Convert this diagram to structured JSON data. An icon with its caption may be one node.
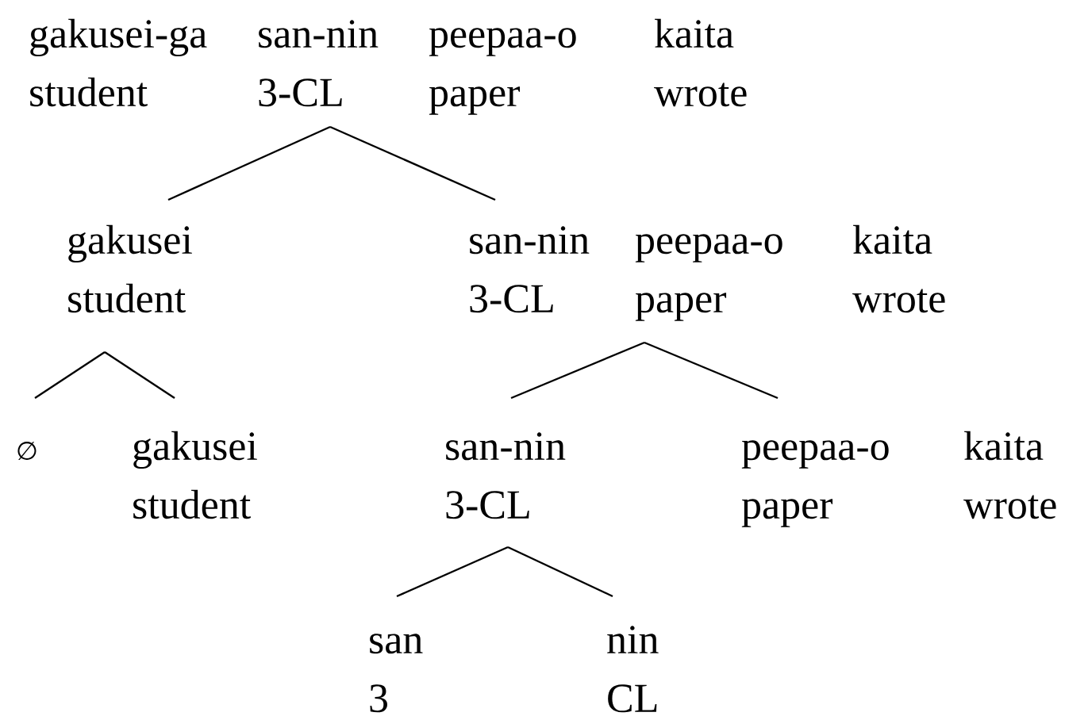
{
  "diagram": {
    "nodes": [
      {
        "text": [
          "gakusei-ga",
          "san-nin",
          "peepaa-o",
          "kaita",
          "student",
          "3-CL",
          "paper",
          "wrote"
        ]
      },
      {
        "text": [
          "gakusei",
          "student"
        ]
      },
      {
        "text": [
          "san-nin",
          "peepaa-o",
          "kaita",
          "3-CL",
          "paper",
          "wrote"
        ]
      },
      {
        "text": [
          "∅"
        ]
      },
      {
        "text": [
          "gakusei",
          "student"
        ]
      },
      {
        "text": [
          "san-nin",
          "3-CL"
        ]
      },
      {
        "text": [
          "peepaa-o",
          "kaita",
          "paper",
          "wrote"
        ]
      },
      {
        "text": [
          "san",
          "3"
        ]
      },
      {
        "text": [
          "nin",
          "CL"
        ]
      }
    ],
    "edges": [
      {
        "from": 0,
        "to": 1,
        "arrow": "none"
      },
      {
        "from": 0,
        "to": 2,
        "arrow": "none"
      },
      {
        "from": 1,
        "to": 3,
        "arrow": "none"
      },
      {
        "from": 1,
        "to": 4,
        "arrow": "none"
      },
      {
        "from": 2,
        "to": 5,
        "arrow": "none"
      },
      {
        "from": 2,
        "to": 6,
        "arrow": "none"
      },
      {
        "from": 5,
        "to": 7,
        "arrow": "none"
      },
      {
        "from": 5,
        "to": 8,
        "arrow": "none"
      }
    ]
  }
}
